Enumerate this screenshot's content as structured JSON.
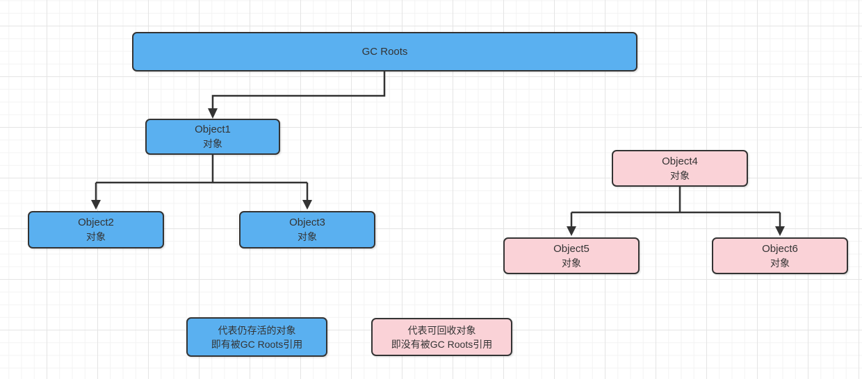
{
  "diagram": {
    "root": {
      "label": "GC Roots"
    },
    "nodes": [
      {
        "title": "Object1",
        "subtitle": "对象",
        "status": "alive"
      },
      {
        "title": "Object2",
        "subtitle": "对象",
        "status": "alive"
      },
      {
        "title": "Object3",
        "subtitle": "对象",
        "status": "alive"
      },
      {
        "title": "Object4",
        "subtitle": "对象",
        "status": "collectable"
      },
      {
        "title": "Object5",
        "subtitle": "对象",
        "status": "collectable"
      },
      {
        "title": "Object6",
        "subtitle": "对象",
        "status": "collectable"
      }
    ],
    "edges": [
      {
        "from": "GC Roots",
        "to": "Object1"
      },
      {
        "from": "Object1",
        "to": "Object2"
      },
      {
        "from": "Object1",
        "to": "Object3"
      },
      {
        "from": "Object4",
        "to": "Object5"
      },
      {
        "from": "Object4",
        "to": "Object6"
      }
    ],
    "legend": [
      {
        "line1": "代表仍存活的对象",
        "line2": "即有被GC Roots引用",
        "color": "#5AB0F0"
      },
      {
        "line1": "代表可回收对象",
        "line2": "即没有被GC Roots引用",
        "color": "#FAD2D7"
      }
    ],
    "colors": {
      "alive_fill": "#5AB0F0",
      "collectable_fill": "#FAD2D7",
      "border": "#333333",
      "connector": "#333333",
      "text": "#333333"
    }
  }
}
